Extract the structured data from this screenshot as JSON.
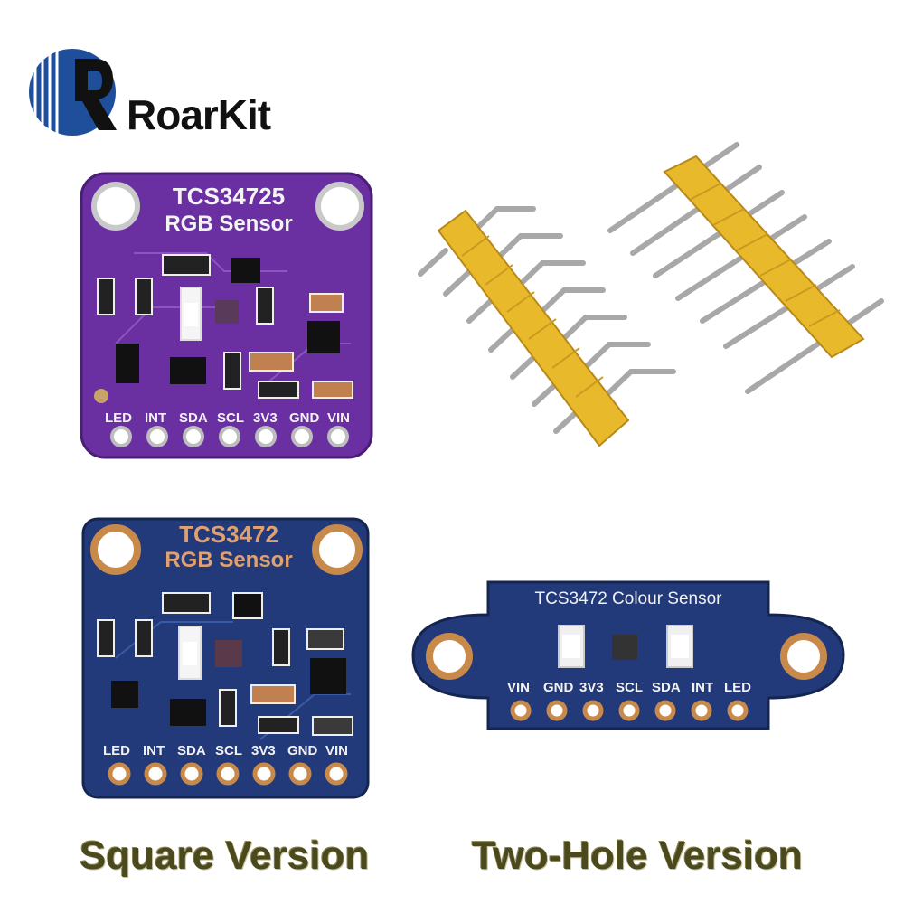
{
  "brand": {
    "name": "RoarKit"
  },
  "purple_board": {
    "title": "TCS34725",
    "subtitle": "RGB Sensor",
    "pins": [
      "LED",
      "INT",
      "SDA",
      "SCL",
      "3V3",
      "GND",
      "VIN"
    ],
    "color": "#6a2fa0"
  },
  "blue_square_board": {
    "title": "TCS3472",
    "subtitle": "RGB Sensor",
    "pins": [
      "LED",
      "INT",
      "SDA",
      "SCL",
      "3V3",
      "GND",
      "VIN"
    ],
    "color": "#233a7a"
  },
  "blue_twohole_board": {
    "title": "TCS3472 Colour Sensor",
    "pins": [
      "VIN",
      "GND",
      "3V3",
      "SCL",
      "SDA",
      "INT",
      "LED"
    ],
    "color": "#233a7a"
  },
  "captions": {
    "left": "Square Version",
    "right": "Two-Hole Version"
  },
  "colors": {
    "header_plastic": "#e8b92a",
    "pin_metal": "#b8b8b8",
    "pad_gold": "#c88a4a"
  }
}
